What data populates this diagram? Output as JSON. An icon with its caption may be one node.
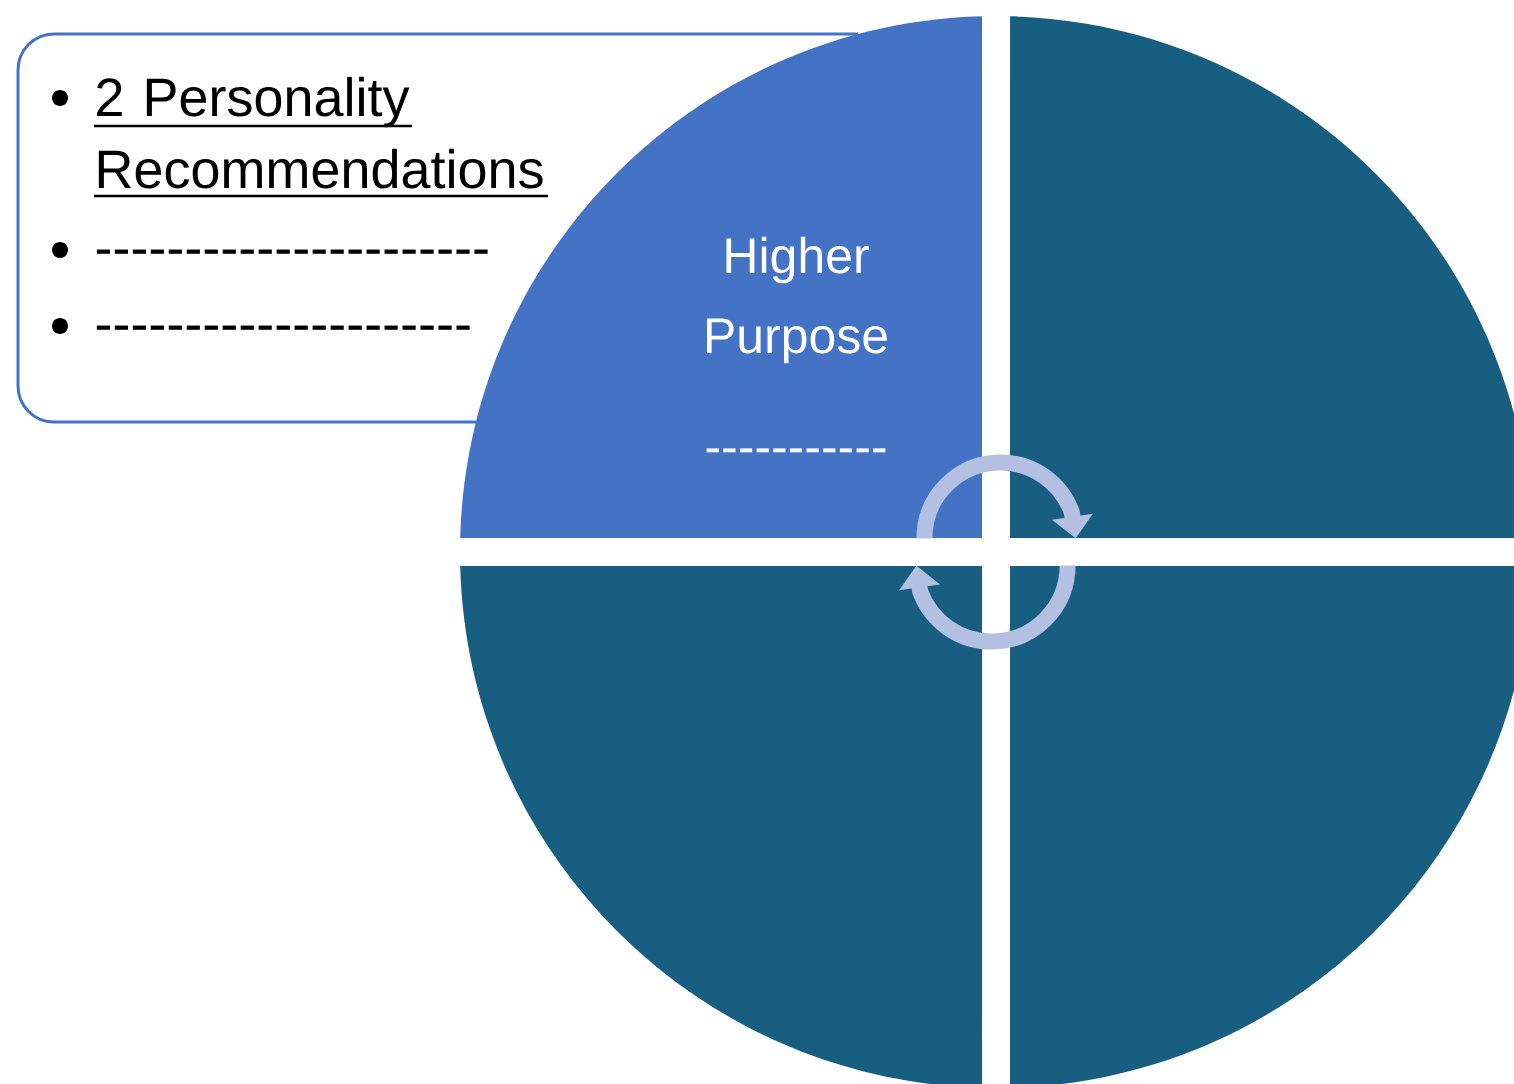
{
  "diagram": {
    "nodes": [
      {
        "text": [
          "2 Personality Recommendations",
          "----------------------",
          "---------------------"
        ]
      },
      {
        "text": [
          "Higher Purpose",
          "-----------"
        ]
      },
      {
        "text": [],
        "shape": "sector"
      },
      {
        "text": [],
        "shape": "sector"
      },
      {
        "text": [],
        "shape": "sector"
      }
    ],
    "edges": [
      {
        "from": 1,
        "to": 2,
        "arrow": "to"
      },
      {
        "from": 4,
        "to": 3,
        "arrow": "to"
      }
    ]
  }
}
